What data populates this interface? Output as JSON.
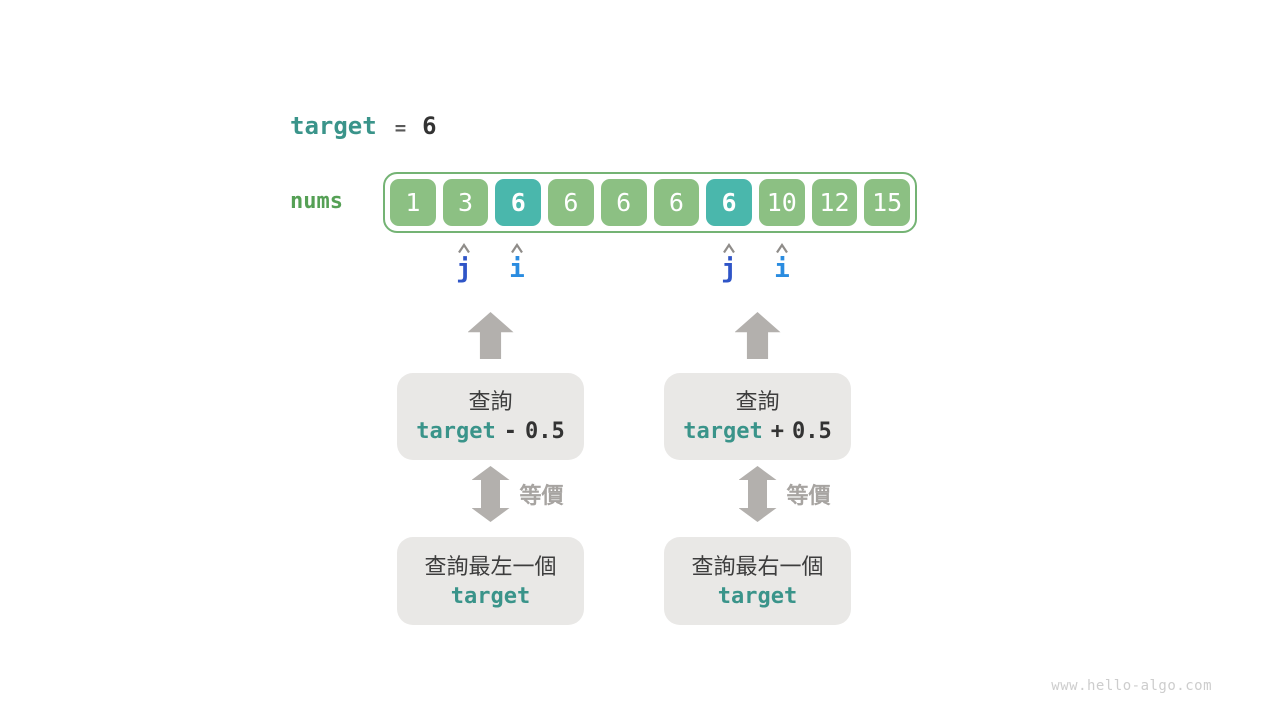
{
  "watermark": "www.hello-algo.com",
  "target_line": {
    "variable": "target",
    "operator": "=",
    "value": "6"
  },
  "array": {
    "label": "nums",
    "cells": [
      {
        "value": "1",
        "highlight": false
      },
      {
        "value": "3",
        "highlight": false
      },
      {
        "value": "6",
        "highlight": true
      },
      {
        "value": "6",
        "highlight": false
      },
      {
        "value": "6",
        "highlight": false
      },
      {
        "value": "6",
        "highlight": false
      },
      {
        "value": "6",
        "highlight": true
      },
      {
        "value": "10",
        "highlight": false
      },
      {
        "value": "12",
        "highlight": false
      },
      {
        "value": "15",
        "highlight": false
      }
    ]
  },
  "pointers": [
    {
      "label": "j",
      "cell_index": 1,
      "color_key": "pointer_j"
    },
    {
      "label": "i",
      "cell_index": 2,
      "color_key": "pointer_i"
    },
    {
      "label": "j",
      "cell_index": 6,
      "color_key": "pointer_j"
    },
    {
      "label": "i",
      "cell_index": 7,
      "color_key": "pointer_i"
    }
  ],
  "flows": [
    {
      "query_label": "查詢",
      "query_var": "target",
      "query_op": "-",
      "query_num": "0.5",
      "equiv_label": "等價",
      "result_label": "查詢最左一個",
      "result_var": "target"
    },
    {
      "query_label": "查詢",
      "query_var": "target",
      "query_op": "+",
      "query_num": "0.5",
      "equiv_label": "等價",
      "result_label": "查詢最右一個",
      "result_var": "target"
    }
  ],
  "colors": {
    "teal_text": "#3a948a",
    "green_label": "#55a055",
    "cell_green": "#8cc083",
    "cell_teal": "#4ab7ac",
    "array_border": "#74b374",
    "arrow_gray": "#b3b0ad",
    "box_gray": "#e9e8e6",
    "equiv_gray": "#a7a4a1",
    "pointer_j": "#2f55c7",
    "pointer_i": "#2a8ce0",
    "caret_gray": "#8f8c89",
    "watermark_gray": "#cdcdcd"
  }
}
